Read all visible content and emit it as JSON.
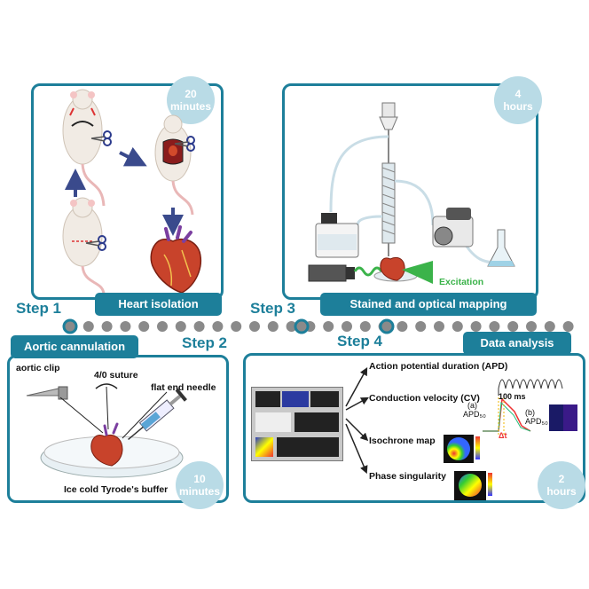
{
  "steps": {
    "step1": {
      "label": "Step 1",
      "title": "Heart isolation",
      "time_value": "20",
      "time_unit": "minutes"
    },
    "step2": {
      "label": "Step 2",
      "title": "Aortic cannulation",
      "time_value": "10",
      "time_unit": "minutes",
      "labels": {
        "clip": "aortic clip",
        "suture": "4/0 suture",
        "needle": "flat end needle",
        "buffer": "Ice cold Tyrode's buffer"
      }
    },
    "step3": {
      "label": "Step 3",
      "title": "Stained and optical mapping",
      "time_value": "4",
      "time_unit": "hours",
      "labels": {
        "excitation": "Excitation"
      }
    },
    "step4": {
      "label": "Step 4",
      "title": "Data analysis",
      "time_value": "2",
      "time_unit": "hours",
      "outputs": [
        "Action potential duration (APD)",
        "Conduction velocity (CV)",
        "Isochrone map",
        "Phase singularity"
      ],
      "apd": {
        "scale": "100 ms",
        "a_label": "(a)",
        "b_label": "(b)",
        "apd_a": "APD₅₀",
        "apd_b": "APD₅₀",
        "delta": "Δt"
      }
    }
  },
  "colors": {
    "accent": "#1d7f9a",
    "bubble": "#b9dbe6",
    "dots": "#8a8a8a"
  }
}
